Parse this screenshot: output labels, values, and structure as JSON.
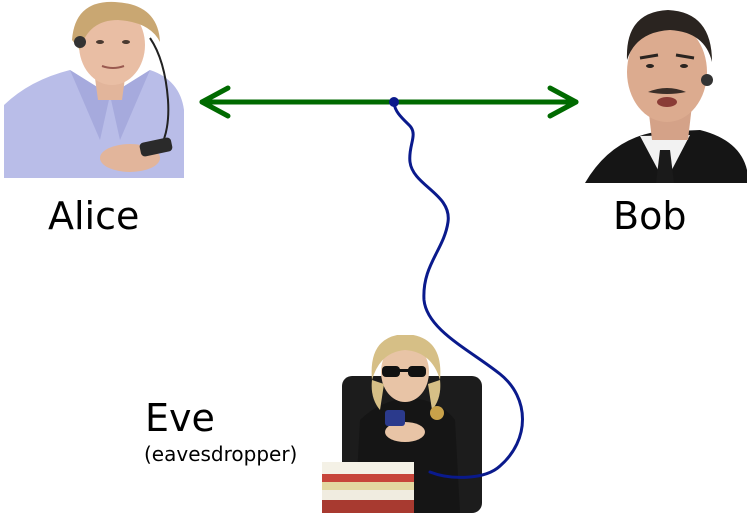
{
  "parties": {
    "alice": {
      "name": "Alice"
    },
    "bob": {
      "name": "Bob"
    },
    "eve": {
      "name": "Eve",
      "role": "(eavesdropper)"
    }
  },
  "colors": {
    "channel": "#006a00",
    "wiretap": "#0a1a8c",
    "background": "#ffffff"
  },
  "icons": {
    "alice": "person-portrait-headset",
    "bob": "person-portrait-headset",
    "eve": "person-portrait-sunglasses-phone"
  }
}
